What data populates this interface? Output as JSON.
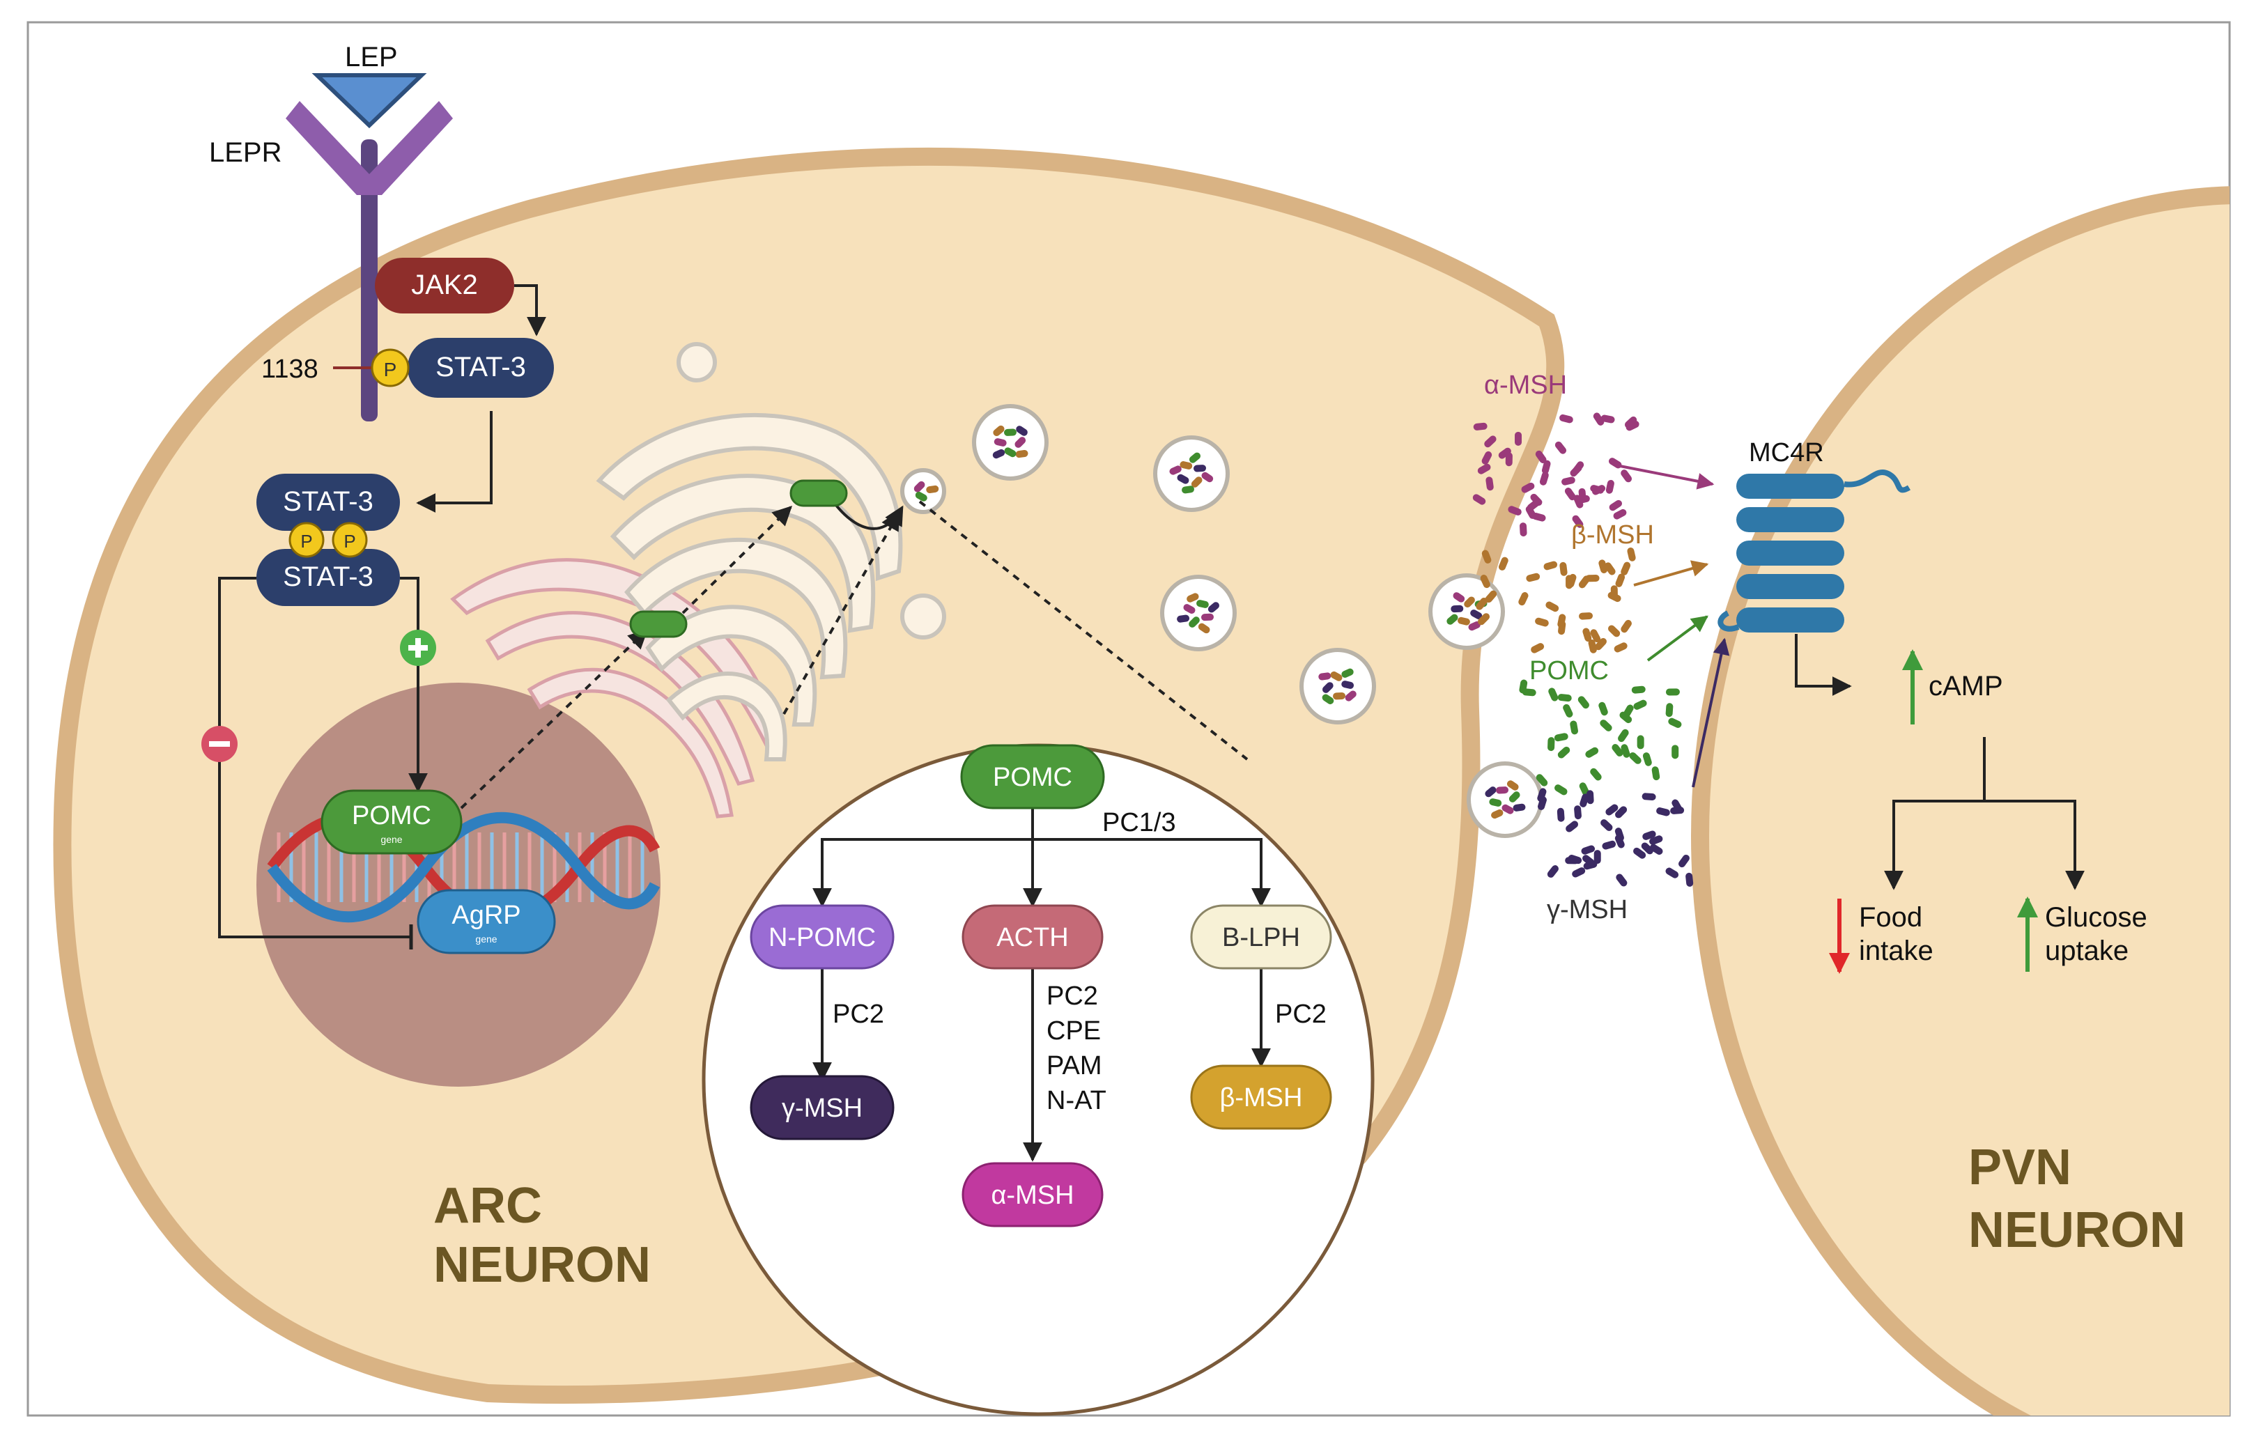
{
  "labels": {
    "lep": "LEP",
    "lepr": "LEPR",
    "jak2": "JAK2",
    "stat3": "STAT-3",
    "p": "P",
    "site_1138": "1138",
    "pomc_gene": "POMC",
    "agrp_gene": "AgRP",
    "gene_word": "gene",
    "arc_line1": "ARC",
    "arc_line2": "NEURON",
    "pvn_line1": "PVN",
    "pvn_line2": "NEURON",
    "mc4r": "MC4R",
    "camp": "cAMP",
    "food_line1": "Food",
    "food_line2": "intake",
    "glucose_line1": "Glucose",
    "glucose_line2": "uptake",
    "alpha_msh": "α-MSH",
    "beta_msh": "β-MSH",
    "gamma_msh": "γ-MSH",
    "pomc_ext": "POMC"
  },
  "inset": {
    "pomc": "POMC",
    "pc13": "PC1/3",
    "npomc": "N-POMC",
    "acth": "ACTH",
    "blph": "B-LPH",
    "pc2": "PC2",
    "acth_enzymes": [
      "PC2",
      "CPE",
      "PAM",
      "N-AT"
    ],
    "gamma_msh": "γ-MSH",
    "alpha_msh": "α-MSH",
    "beta_msh": "β-MSH"
  },
  "colors": {
    "cell": "#f7e1bb",
    "membrane": "#d9b384",
    "receptor": "#8e5dab",
    "jak2": "#8e2e2b",
    "stat": "#2c3f6b",
    "phospho": "#f2c81d",
    "pomc": "#4c9a3b",
    "agrp": "#3b8fc9",
    "nucleus": "#b98e83",
    "golgi": "#fbf2e3",
    "er": "#f6e4e0",
    "npomc": "#9a6cd4",
    "acth": "#c56a77",
    "blph": "#f7f1d6",
    "gmsh": "#3f2b5c",
    "amsh": "#c1399f",
    "bmsh": "#d4a22e",
    "mc4r": "#2f78a8",
    "arc_text": "#6b5623",
    "up_arrow": "#3f9b3b",
    "down_arrow": "#e0272a",
    "dot_alpha": "#9a3a7a",
    "dot_beta": "#b0752e",
    "dot_pomc": "#3f8c2e",
    "dot_gamma": "#3b2a63"
  }
}
